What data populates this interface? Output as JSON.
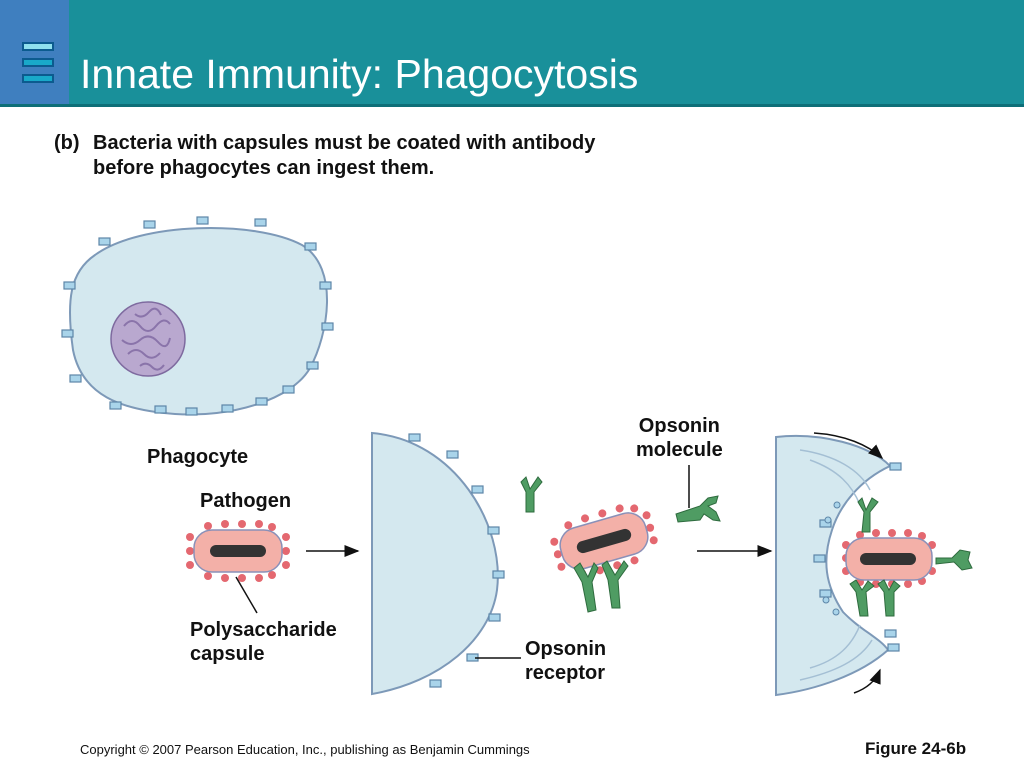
{
  "slide": {
    "title": "Innate Immunity: Phagocytosis"
  },
  "caption": {
    "letter": "(b)",
    "text": "Bacteria with capsules must be coated with antibody before phagocytes can ingest them."
  },
  "labels": {
    "phagocyte": "Phagocyte",
    "pathogen": "Pathogen",
    "capsule": "Polysaccharide\ncapsule",
    "opsonin_molecule": "Opsonin\nmolecule",
    "opsonin_receptor": "Opsonin\nreceptor"
  },
  "footer": {
    "copyright": "Copyright © 2007 Pearson Education, Inc., publishing as Benjamin Cummings",
    "figure": "Figure 24-6b"
  },
  "colors": {
    "header": "#19909a",
    "cell_fill": "#d4e8ef",
    "cell_stroke": "#7d99b8",
    "nucleus": "#b9a8cf",
    "receptor": "#a9d4ea",
    "bacterium": "#f3b0a8",
    "capsule_dots": "#e46870",
    "opsonin": "#4f9c63",
    "bacterium_core": "#333333"
  },
  "icons": {
    "logo": "stacked-bars-icon"
  }
}
